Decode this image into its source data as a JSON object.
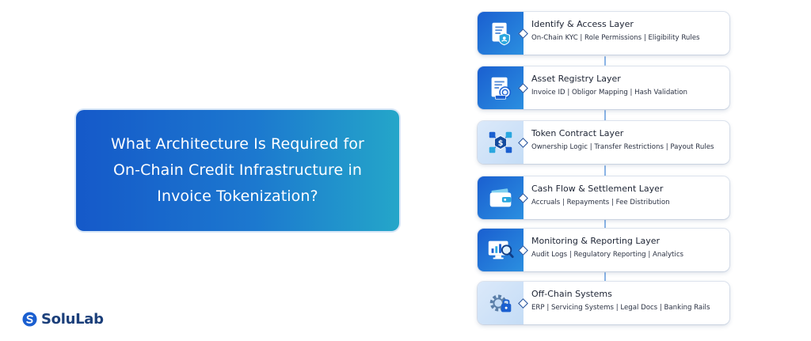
{
  "title": "What Architecture Is Required for On-Chain Credit Infrastructure in Invoice Tokenization?",
  "logo": {
    "name": "SoluLab",
    "icon": "solulab-logo-icon"
  },
  "colors": {
    "title_gradient_start": "#1559c9",
    "title_gradient_end": "#24a6c9",
    "connector": "#8ab4e6",
    "logo_text": "#1b3f7a"
  },
  "layers": [
    {
      "title": "Identify & Access Layer",
      "description": "On-Chain KYC | Role Permissions | Eligibility Rules",
      "icon": "identity-shield-document-icon"
    },
    {
      "title": "Asset Registry Layer",
      "description": "Invoice ID | Obligor Mapping | Hash Validation",
      "icon": "asset-registry-document-icon"
    },
    {
      "title": "Token Contract Layer",
      "description": "Ownership Logic | Transfer Restrictions | Payout Rules",
      "icon": "token-contract-network-icon"
    },
    {
      "title": "Cash Flow & Settlement Layer",
      "description": "Accruals | Repayments | Fee Distribution",
      "icon": "wallet-icon"
    },
    {
      "title": "Monitoring & Reporting Layer",
      "description": "Audit Logs | Regulatory Reporting | Analytics",
      "icon": "monitor-magnifier-icon"
    },
    {
      "title": "Off-Chain Systems",
      "description": "ERP | Servicing Systems | Legal Docs | Banking Rails",
      "icon": "gear-lock-icon"
    }
  ]
}
